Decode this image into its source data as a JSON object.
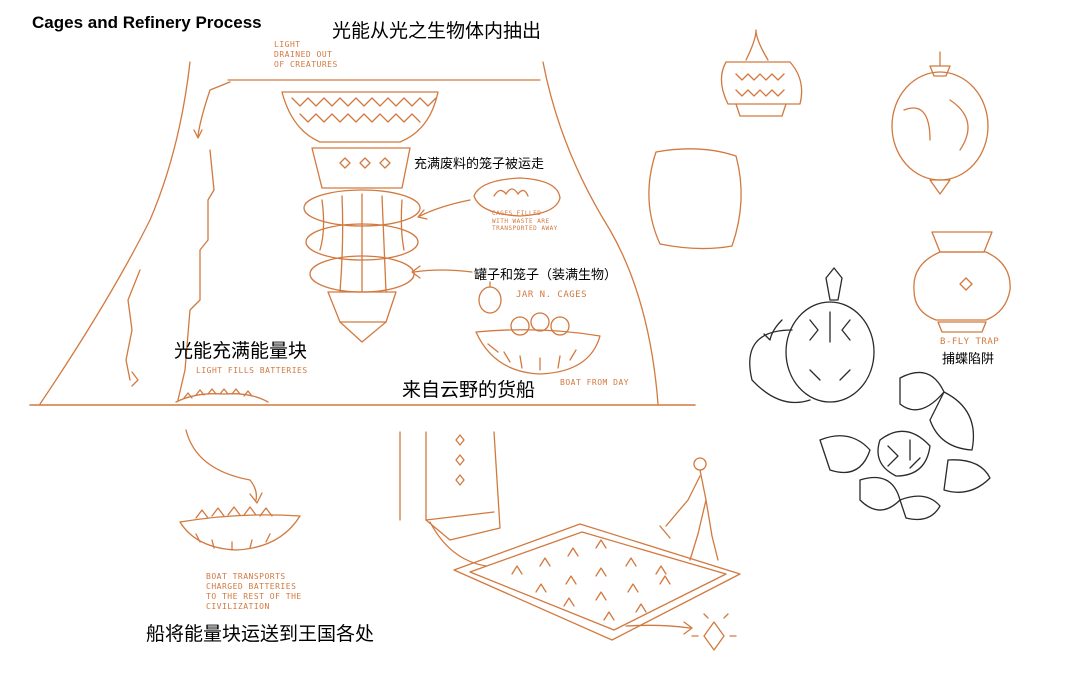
{
  "title": "Cages and Refinery Process",
  "labels": {
    "light_drained_zh": "光能从光之生物体内抽出",
    "light_drained_en": "LIGHT\nDRAINED OUT\nOF CREATURES",
    "cages_waste_zh": "充满废料的笼子被运走",
    "cages_waste_en": "CAGES FILLED\nWITH WASTE ARE\nTRANSPORTED AWAY",
    "jar_cages_zh": "罐子和笼子（装满生物）",
    "jar_cages_en": "JAR N. CAGES",
    "fills_batteries_zh": "光能充满能量块",
    "fills_batteries_en": "LIGHT FILLS BATTERIES",
    "boat_from_day_zh": "来自云野的货船",
    "boat_from_day_en": "BOAT FROM DAY",
    "boat_transports_en": "BOAT TRANSPORTS\nCHARGED BATTERIES\nTO THE REST OF THE\nCIVILIZATION",
    "boat_transports_zh": "船将能量块运送到王国各处",
    "bfly_trap_en": "B-FLY TRAP",
    "bfly_trap_zh": "捕蝶陷阱"
  },
  "colors": {
    "sketch": "#d2793f",
    "ink": "#2a2a2a",
    "text": "#000000",
    "background": "#ffffff"
  }
}
